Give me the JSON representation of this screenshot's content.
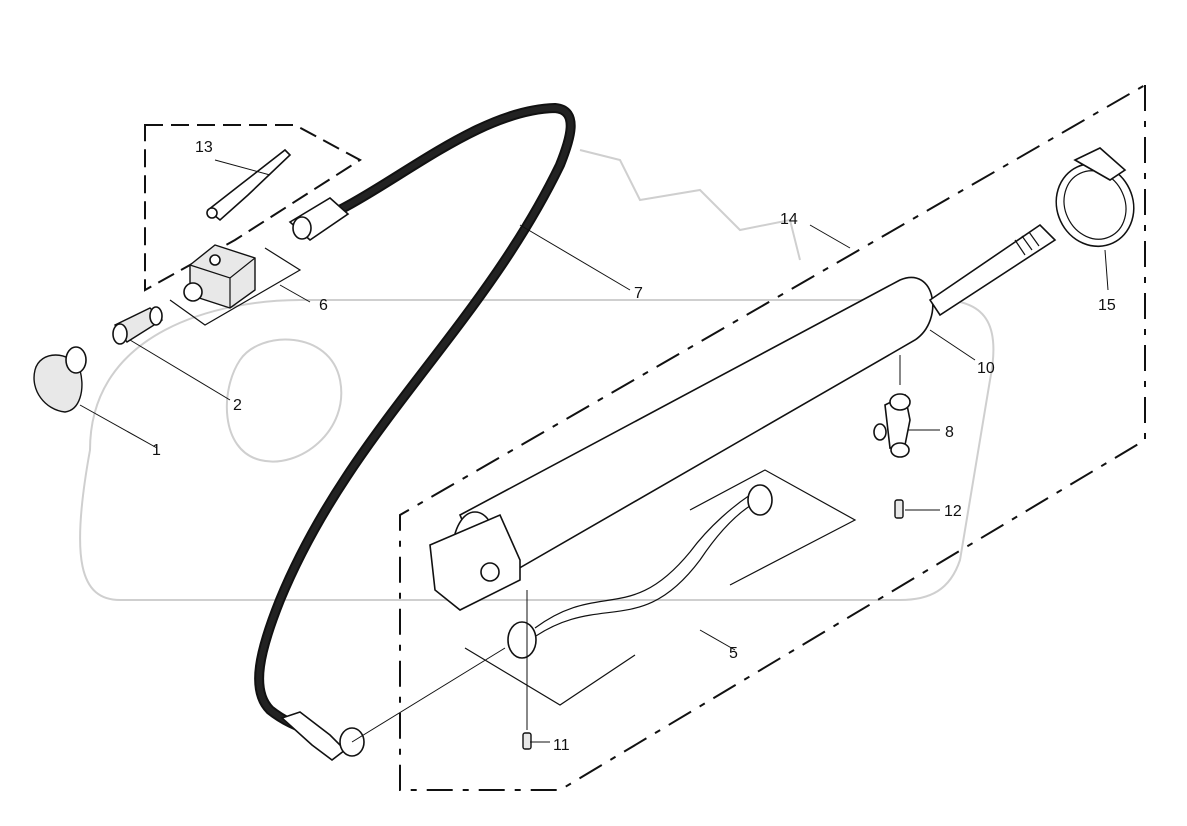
{
  "callouts": [
    {
      "id": "c1",
      "text": "1"
    },
    {
      "id": "c2",
      "text": "2"
    },
    {
      "id": "c5",
      "text": "5"
    },
    {
      "id": "c6",
      "text": "6"
    },
    {
      "id": "c7",
      "text": "7"
    },
    {
      "id": "c8",
      "text": "8"
    },
    {
      "id": "c10",
      "text": "10"
    },
    {
      "id": "c11",
      "text": "11"
    },
    {
      "id": "c12",
      "text": "12"
    },
    {
      "id": "c13",
      "text": "13"
    },
    {
      "id": "c14",
      "text": "14"
    },
    {
      "id": "c15",
      "text": "15"
    }
  ],
  "colors": {
    "line": "#111111",
    "watermark": "#cfcfcf",
    "background": "#ffffff"
  }
}
